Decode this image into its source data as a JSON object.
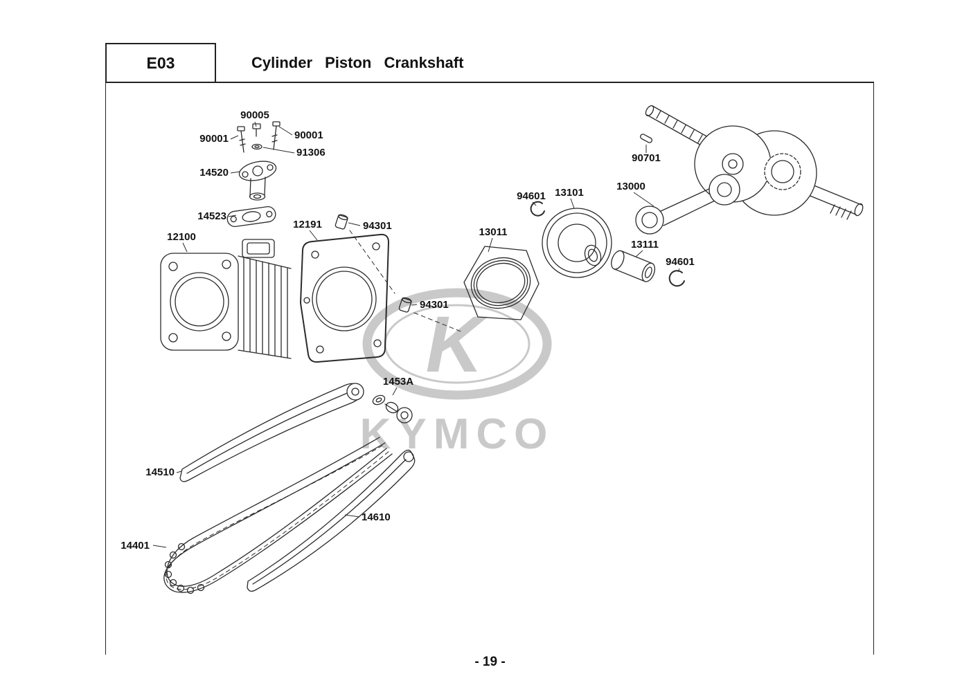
{
  "header": {
    "code": "E03",
    "title": "Cylinder Piston Crankshaft"
  },
  "footer": {
    "page": "- 19 -"
  },
  "watermark": {
    "logo_letter": "K",
    "text": "KYMCO"
  },
  "colors": {
    "ink": "#2a2a2a",
    "watermark": "#c9c9c9",
    "background": "#ffffff"
  },
  "labels": [
    {
      "text": "90005"
    },
    {
      "text": "90001"
    },
    {
      "text": "90001"
    },
    {
      "text": "91306"
    },
    {
      "text": "14520"
    },
    {
      "text": "14523"
    },
    {
      "text": "12100"
    },
    {
      "text": "12191"
    },
    {
      "text": "94301"
    },
    {
      "text": "94301"
    },
    {
      "text": "13011"
    },
    {
      "text": "94601"
    },
    {
      "text": "13101"
    },
    {
      "text": "13000"
    },
    {
      "text": "90701"
    },
    {
      "text": "13111"
    },
    {
      "text": "94601"
    },
    {
      "text": "1453A"
    },
    {
      "text": "14510"
    },
    {
      "text": "14610"
    },
    {
      "text": "14401"
    }
  ]
}
